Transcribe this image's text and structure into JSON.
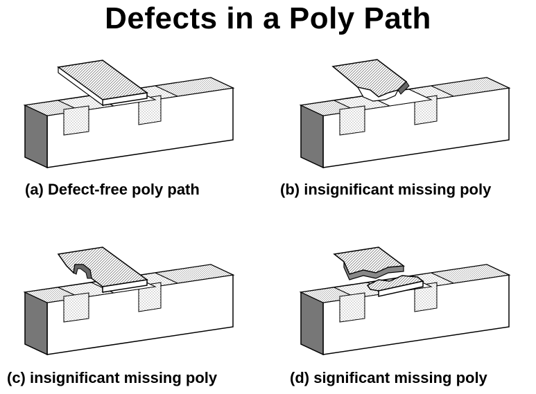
{
  "title": "Defects in a Poly Path",
  "panels": [
    {
      "id": "a",
      "caption": "(a) Defect-free poly path"
    },
    {
      "id": "b",
      "caption": "(b) insignificant missing poly"
    },
    {
      "id": "c",
      "caption": "(c) insignificant missing poly"
    },
    {
      "id": "d",
      "caption": "(d) significant missing poly"
    }
  ]
}
